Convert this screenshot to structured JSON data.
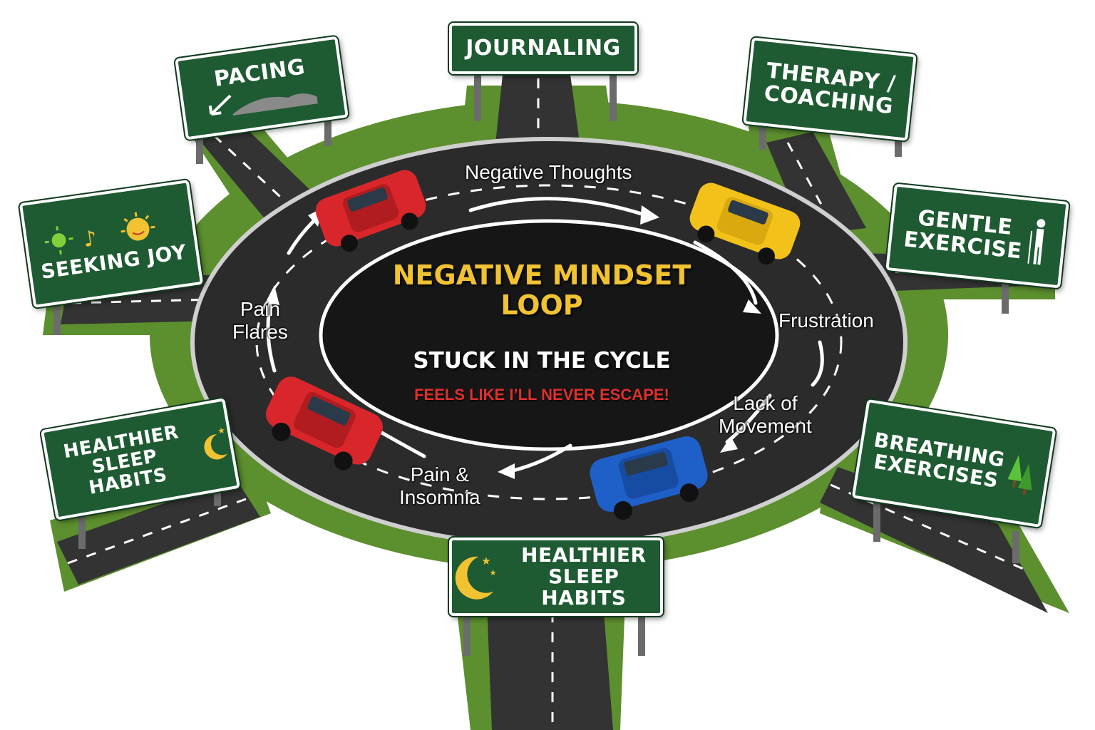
{
  "center": {
    "title_line1": "NEGATIVE MINDSET",
    "title_line2": "LOOP",
    "subtitle": "STUCK IN THE CYCLE",
    "tagline": "FEELS LIKE I’LL NEVER ESCAPE!"
  },
  "loop_labels": {
    "negative_thoughts": "Negative Thoughts",
    "frustration": "Frustration",
    "lack_of_movement_1": "Lack of",
    "lack_of_movement_2": "Movement",
    "pain_insomnia_1": "Pain &",
    "pain_insomnia_2": "Insomnia",
    "pain_flares_1": "Pain",
    "pain_flares_2": "Flares"
  },
  "signs": {
    "journaling": "JOURNALING",
    "pacing": "PACING",
    "therapy_1": "THERAPY /",
    "therapy_2": "COACHING",
    "gentle_exercise_1": "GENTLE",
    "gentle_exercise_2": "EXERCISE",
    "seeking_joy": "SEEKING JOY",
    "breathing_1": "BREATHING",
    "breathing_2": "EXERCISES",
    "sleep_left_1": "HEALTHIER",
    "sleep_left_2": "SLEEP HABITS",
    "sleep_bottom_1": "HEALTHIER",
    "sleep_bottom_2": "SLEEP HABITS"
  },
  "icons": {
    "pacing": "turn-arrow-icon",
    "seeking_joy": "sun-icon",
    "gentle_exercise": "walking-person-icon",
    "breathing": "pine-trees-icon",
    "sleep": "moon-stars-icon"
  },
  "colors": {
    "sign_green": "#1e5a32",
    "road": "#2b2b2b",
    "grass": "#5c8f2e",
    "title_yellow": "#f1c232",
    "tag_red": "#e0302c",
    "car_red": "#d8262b",
    "car_yellow": "#f2c21a",
    "car_blue": "#1f5fc8"
  }
}
